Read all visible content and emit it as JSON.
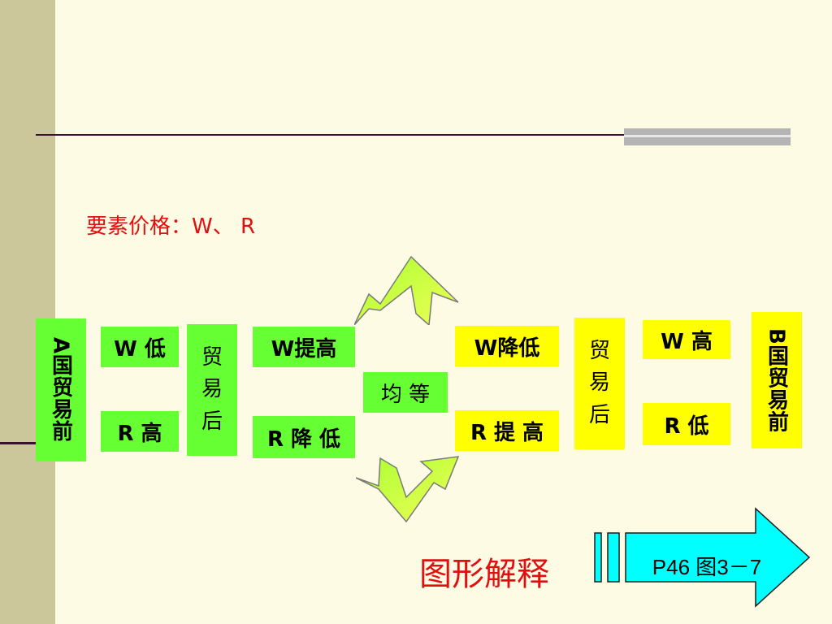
{
  "heading": "要素价格：W、 R",
  "country_a": {
    "label": "A国贸易前"
  },
  "country_b": {
    "label": "B国贸易前"
  },
  "a_before": {
    "w": "W 低",
    "r": "R  高"
  },
  "trade_after_left": {
    "chars": [
      "贸",
      "易",
      "后"
    ]
  },
  "a_after": {
    "w": "W提高",
    "r": "R 降 低"
  },
  "center": {
    "label": "均  等"
  },
  "b_after": {
    "w": "W降低",
    "r": "R 提 高"
  },
  "trade_after_right": {
    "chars": [
      "贸",
      "易",
      "后"
    ]
  },
  "b_before": {
    "w": "W  高",
    "r": "R   低"
  },
  "footer": {
    "explain": "图形解释",
    "reference": "P46 图3－7"
  },
  "colors": {
    "green": "#66ff33",
    "yellow": "#ffff00",
    "red": "#e01010",
    "cyan": "#00ffff"
  },
  "icons": [
    "up-chevron-arrow-icon",
    "down-chevron-arrow-icon",
    "striped-right-arrow-icon"
  ]
}
